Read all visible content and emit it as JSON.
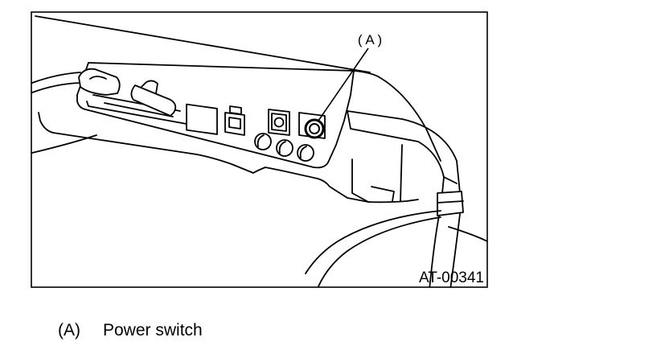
{
  "figure": {
    "callout_label": "( A )",
    "figure_code": "AT-00341"
  },
  "legend": [
    {
      "key": "(A)",
      "text": "Power switch"
    }
  ]
}
